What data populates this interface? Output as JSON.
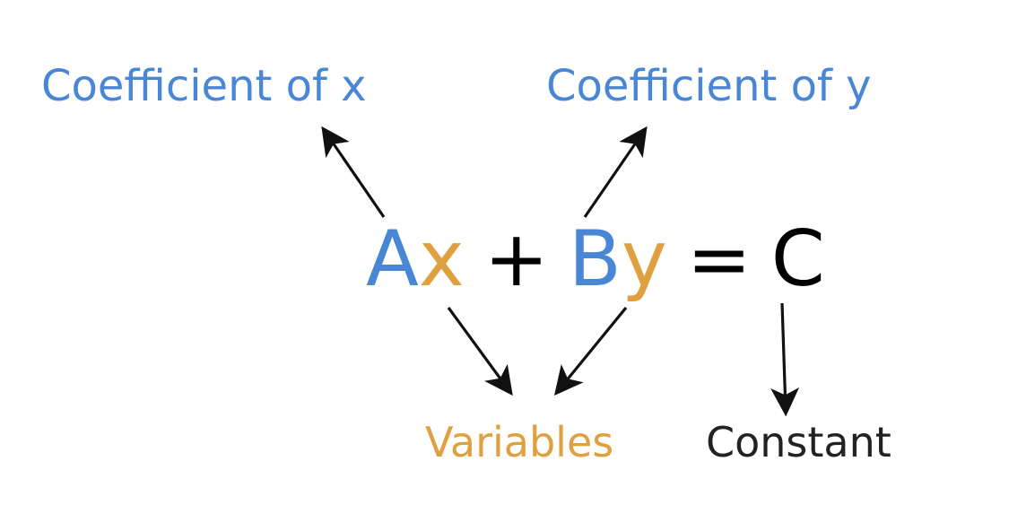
{
  "labels": {
    "coefficient_x": "Coefficient of x",
    "coefficient_y": "Coefficient of y",
    "variables": "Variables",
    "constant": "Constant"
  },
  "equation": {
    "a": "A",
    "x": "x",
    "plus": "+",
    "b": "B",
    "y": "y",
    "equals": "=",
    "c": "C"
  },
  "colors": {
    "coefficient": "#4a86d6",
    "variable": "#e0a040",
    "constant": "#222222",
    "arrow": "#111111"
  }
}
